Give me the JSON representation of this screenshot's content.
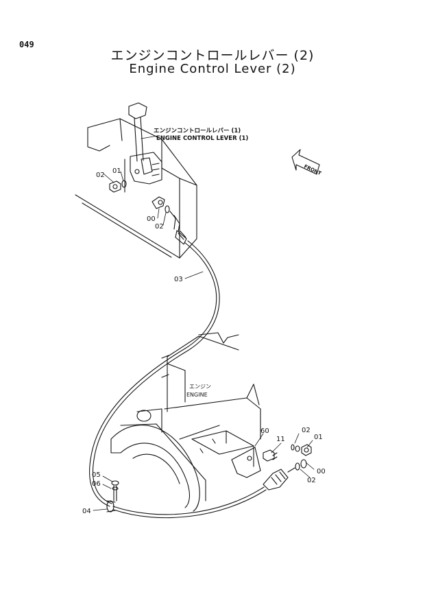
{
  "page_number": "049",
  "title_jp": "エンジンコントロールレバー (2)",
  "title_en": "Engine Control Lever (2)",
  "callouts": {
    "control_lever_jp": "エンジンコントロールレバー (1)",
    "control_lever_en": "ENGINE CONTROL LEVER (1)",
    "engine_jp": "エンジン",
    "engine_en": "ENGINE",
    "front": "FRONT"
  },
  "part_labels": {
    "p02_upper": "02",
    "p01_upper": "01",
    "p00_upper": "00",
    "p02_upper_b": "02",
    "p03": "03",
    "p60": "60",
    "p11": "11",
    "p02_lower": "02",
    "p01_lower": "01",
    "p00_lower": "00",
    "p02_lower_b": "02",
    "p05": "05",
    "p06": "06",
    "p04": "04"
  }
}
